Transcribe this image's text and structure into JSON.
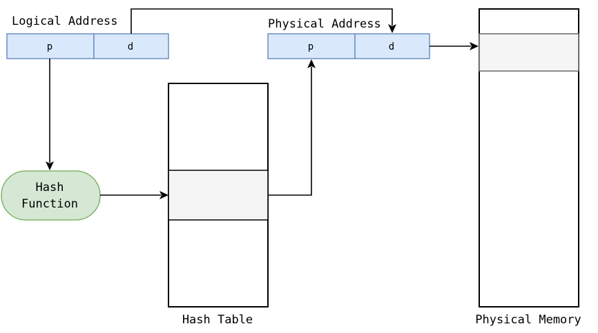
{
  "logical_address": {
    "label": "Logical Address",
    "cells": [
      "p",
      "d"
    ]
  },
  "physical_address": {
    "label": "Physical Address",
    "cells": [
      "p",
      "d"
    ]
  },
  "hash_function": {
    "label_line1": "Hash",
    "label_line2": "Function"
  },
  "hash_table": {
    "label": "Hash Table"
  },
  "physical_memory": {
    "label": "Physical Memory"
  },
  "colors": {
    "address_fill": "#dae8fc",
    "address_stroke": "#6c8ebf",
    "hash_fill": "#d5e8d4",
    "hash_stroke": "#82b366",
    "slot_fill": "#f5f5f5"
  }
}
